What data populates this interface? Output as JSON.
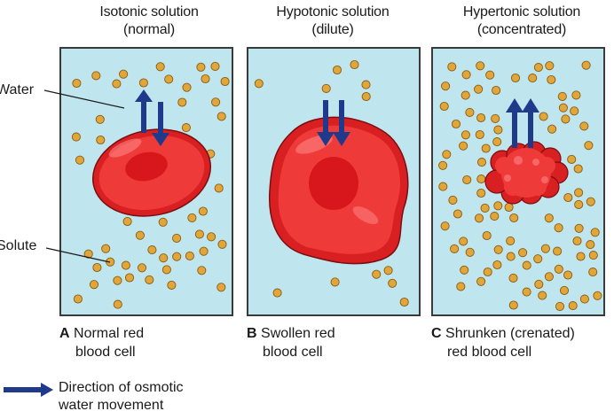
{
  "headers": [
    {
      "line1": "Isotonic solution",
      "line2": "(normal)"
    },
    {
      "line1": "Hypotonic solution",
      "line2": "(dilute)"
    },
    {
      "line1": "Hypertonic solution",
      "line2": "(concentrated)"
    }
  ],
  "captions": [
    {
      "letter": "A",
      "line1": "Normal red",
      "line2": "blood cell"
    },
    {
      "letter": "B",
      "line1": "Swollen red",
      "line2": "blood cell"
    },
    {
      "letter": "C",
      "line1": "Shrunken (crenated)",
      "line2": "red blood cell"
    }
  ],
  "labels": {
    "water": "Water",
    "solute": "Solute"
  },
  "legend": {
    "line1": "Direction of osmotic",
    "line2": "water movement"
  },
  "colors": {
    "solution": "#bfe6ee",
    "cell": "#e8282a",
    "solute_dot": "#e0a63a",
    "arrow": "#1f3a8a"
  },
  "particles": {
    "isotonic_count": 52,
    "hypotonic_count": 12,
    "hypertonic_count": 95
  }
}
